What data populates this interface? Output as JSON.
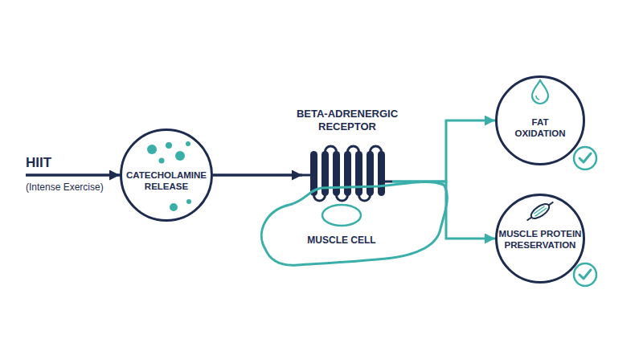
{
  "diagram": {
    "nodes": [
      {
        "text": [
          "HIIT",
          "(Intense Exercise)"
        ]
      },
      {
        "text": [
          "CATECHOLAMINE RELEASE"
        ]
      },
      {
        "text": [
          "BETA-ADRENERGIC RECEPTOR",
          "MUSCLE CELL"
        ]
      },
      {
        "text": [
          "FAT OXIDATION"
        ]
      },
      {
        "text": [
          "MUSCLE PROTEIN PRESERVATION"
        ]
      }
    ],
    "edges": [
      {
        "from": 0,
        "to": 1,
        "arrow": "to"
      },
      {
        "from": 1,
        "to": 2,
        "arrow": "to"
      },
      {
        "from": 2,
        "to": 3,
        "arrow": "to"
      },
      {
        "from": 2,
        "to": 4,
        "arrow": "to"
      }
    ]
  }
}
